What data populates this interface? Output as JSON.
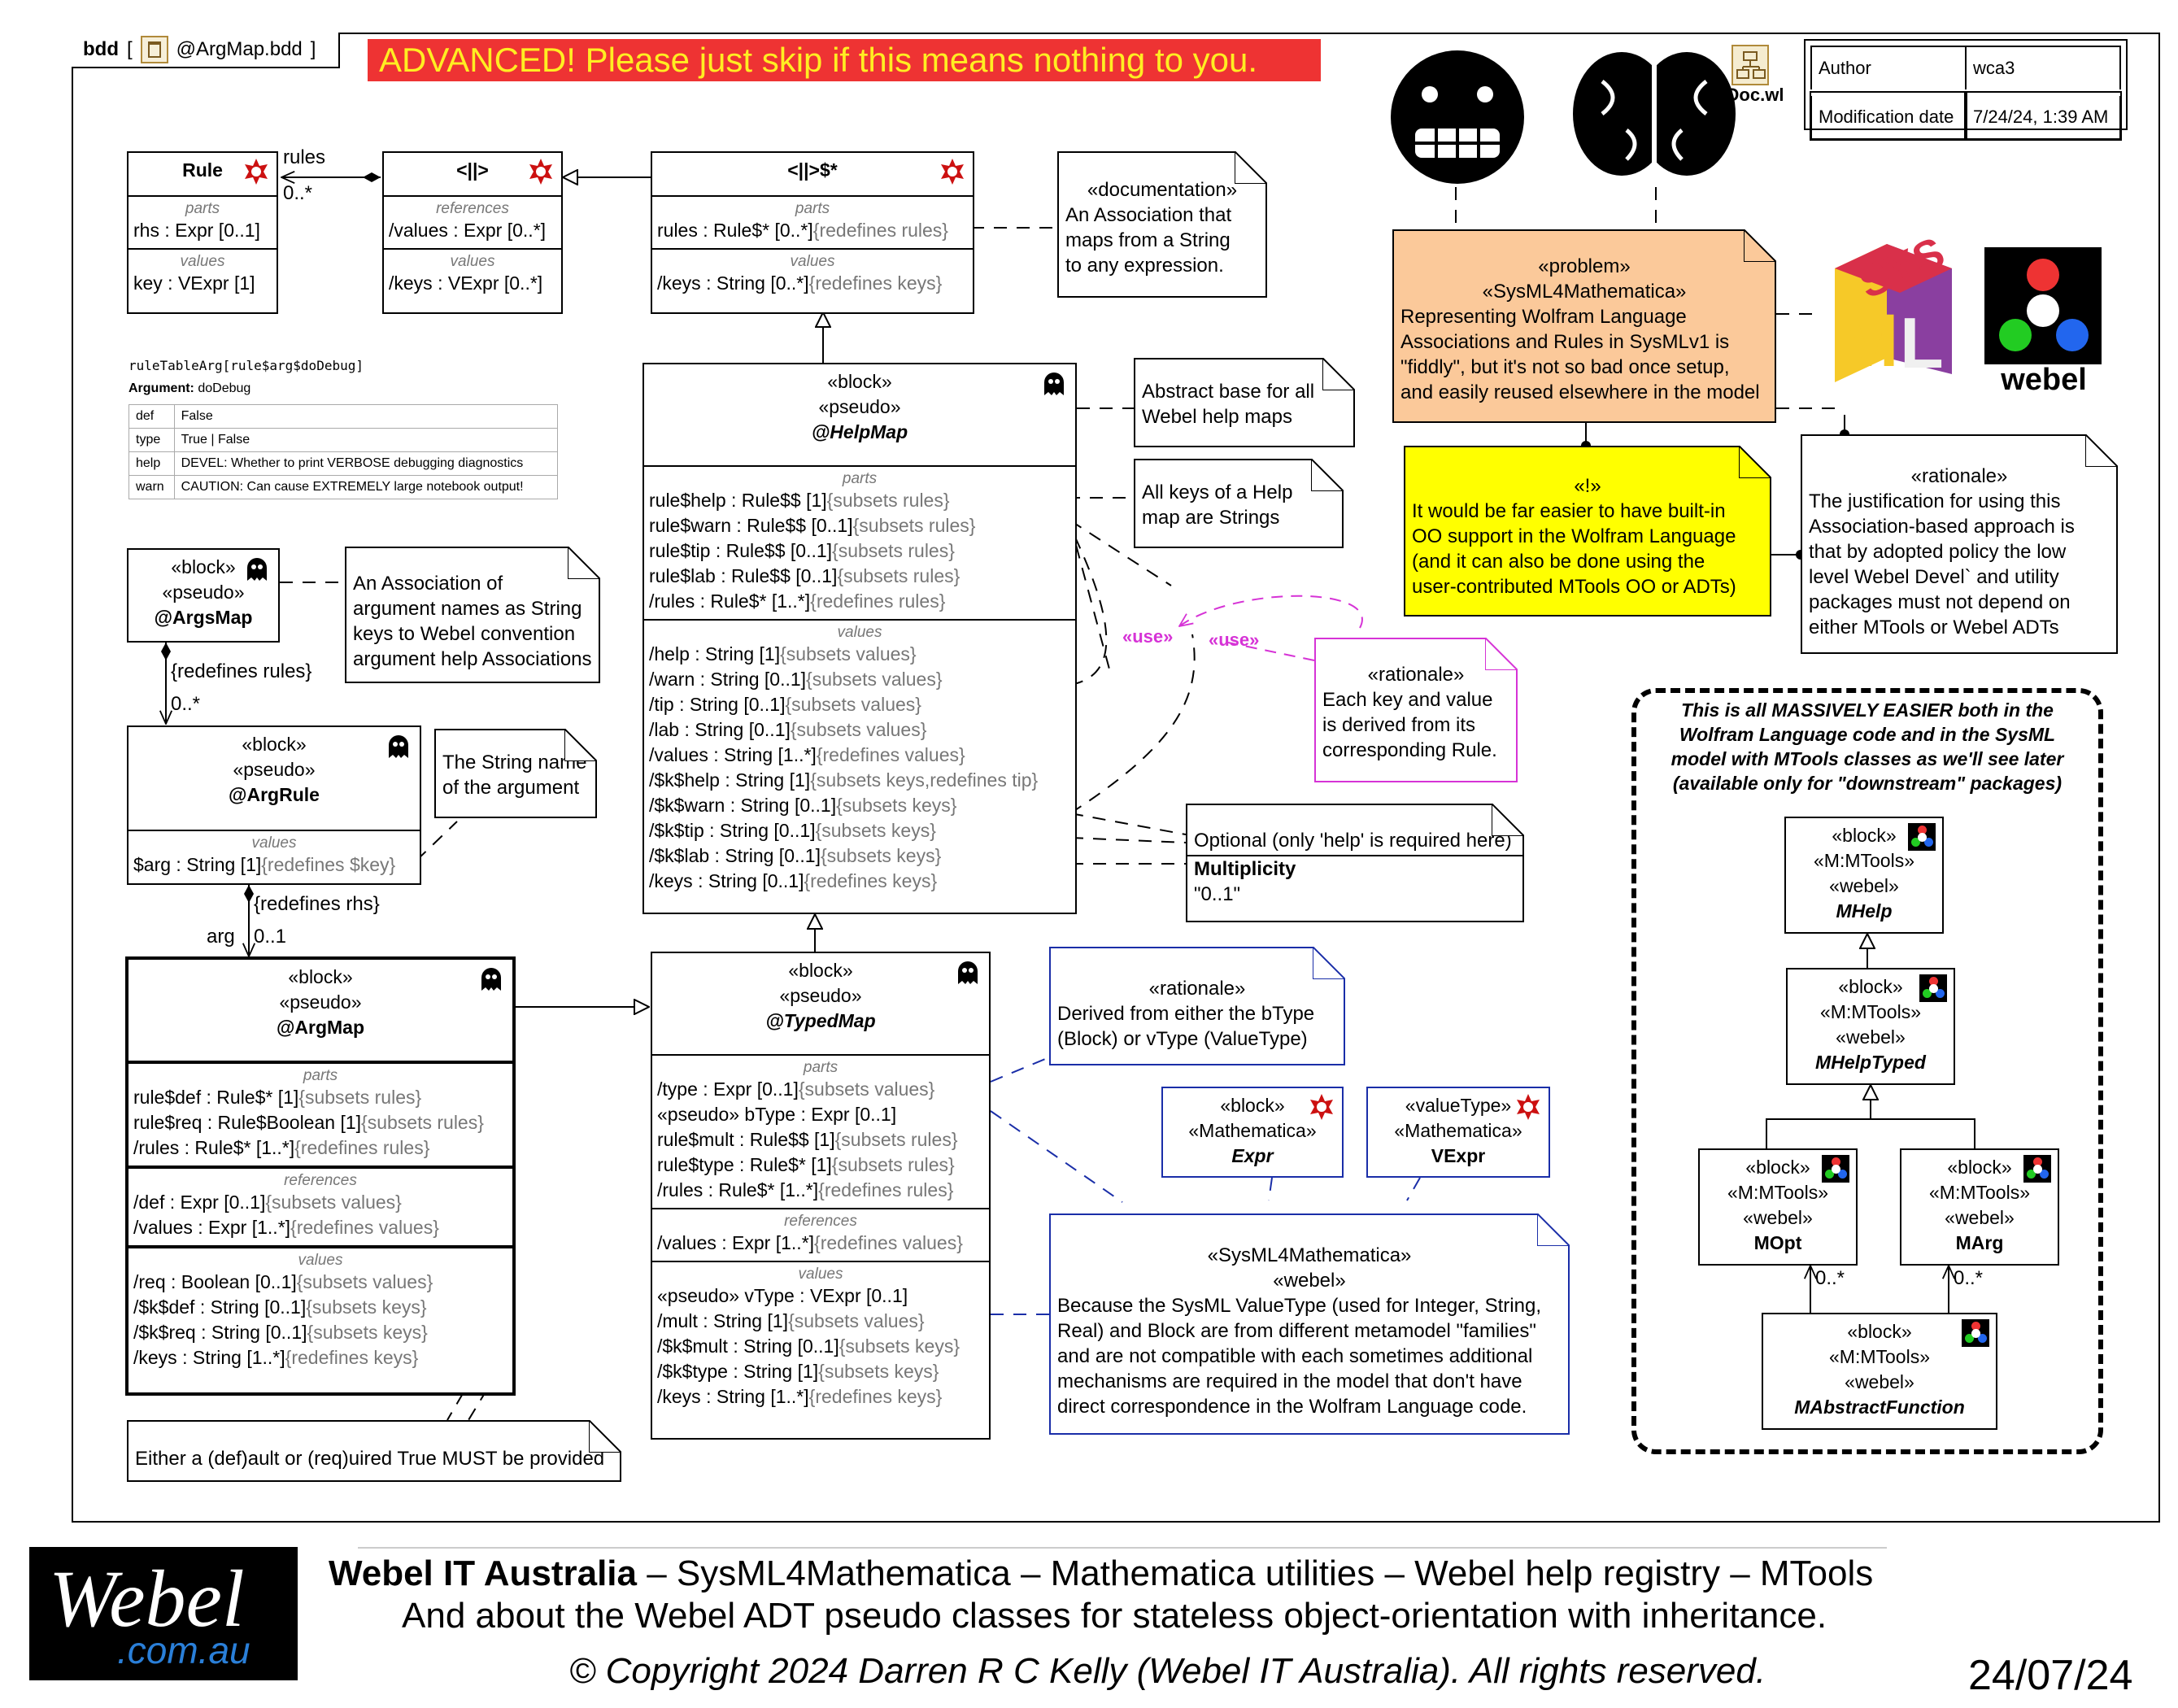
{
  "frame": {
    "kind": "bdd",
    "name": "@ArgMap.bdd",
    "bracket_open": "[",
    "bracket_close": "]"
  },
  "banner": "ADVANCED! Please just skip if this means nothing to you.",
  "doc_icon_label": "Doc.wl",
  "meta": {
    "author_label": "Author",
    "author_value": "wca3",
    "moddate_label": "Modification date",
    "moddate_value": "7/24/24, 1:39 AM"
  },
  "webel_logo_label": "webel",
  "blocks": {
    "rule": {
      "name": "Rule",
      "parts_cap": "parts",
      "parts": "rhs : Expr [0..1]",
      "values_cap": "values",
      "values": "key : VExpr [1]"
    },
    "assoc": {
      "name": "<||>",
      "refs_cap": "references",
      "refs": "/values : Expr [0..*]",
      "values_cap": "values",
      "values": "/keys : VExpr [0..*]"
    },
    "assocs": {
      "name": "<||>$*",
      "parts_cap": "parts",
      "parts_a": "rules : Rule$* [0..*]",
      "parts_b": "{redefines rules}",
      "values_cap": "values",
      "values_a": "/keys : String [0..*]",
      "values_b": "{redefines keys}"
    },
    "helpmap": {
      "st1": "«block»",
      "st2": "«pseudo»",
      "name": "@HelpMap",
      "parts_cap": "parts",
      "parts": [
        [
          "rule$help : Rule$$ [1]",
          "{subsets rules}"
        ],
        [
          "rule$warn : Rule$$ [0..1]",
          "{subsets rules}"
        ],
        [
          "rule$tip : Rule$$ [0..1]",
          "{subsets rules}"
        ],
        [
          "rule$lab : Rule$$ [0..1]",
          "{subsets rules}"
        ],
        [
          "/rules : Rule$* [1..*]",
          "{redefines rules}"
        ]
      ],
      "values_cap": "values",
      "values": [
        [
          "/help : String [1]",
          "{subsets values}"
        ],
        [
          "/warn : String [0..1]",
          "{subsets values}"
        ],
        [
          "/tip : String [0..1]",
          "{subsets values}"
        ],
        [
          "/lab : String [0..1]",
          "{subsets values}"
        ],
        [
          "/values : String [1..*]",
          "{redefines values}"
        ],
        [
          "/$k$help : String [1]",
          "{subsets keys,redefines tip}"
        ],
        [
          "/$k$warn : String [0..1]",
          "{subsets keys}"
        ],
        [
          "/$k$tip : String [0..1]",
          "{subsets keys}"
        ],
        [
          "/$k$lab : String [0..1]",
          "{subsets keys}"
        ],
        [
          "/keys : String [0..1]",
          "{redefines keys}"
        ]
      ]
    },
    "argsmap": {
      "st1": "«block»",
      "st2": "«pseudo»",
      "name": "@ArgsMap"
    },
    "argrule": {
      "st1": "«block»",
      "st2": "«pseudo»",
      "name": "@ArgRule",
      "values_cap": "values",
      "values_a": "$arg : String [1]",
      "values_b": "{redefines $key}"
    },
    "argmap": {
      "st1": "«block»",
      "st2": "«pseudo»",
      "name": "@ArgMap",
      "parts_cap": "parts",
      "parts": [
        [
          "rule$def : Rule$* [1]",
          "{subsets rules}"
        ],
        [
          "rule$req : Rule$Boolean [1]",
          "{subsets rules}"
        ],
        [
          "/rules : Rule$* [1..*]",
          "{redefines rules}"
        ]
      ],
      "refs_cap": "references",
      "refs": [
        [
          "/def : Expr [0..1]",
          "{subsets values}"
        ],
        [
          "/values : Expr [1..*]",
          "{redefines values}"
        ]
      ],
      "values_cap": "values",
      "values": [
        [
          "/req : Boolean [0..1]",
          "{subsets values}"
        ],
        [
          "/$k$def : String [0..1]",
          "{subsets keys}"
        ],
        [
          "/$k$req : String [0..1]",
          "{subsets keys}"
        ],
        [
          "/keys : String [1..*]",
          "{redefines keys}"
        ]
      ]
    },
    "typedmap": {
      "st1": "«block»",
      "st2": "«pseudo»",
      "name": "@TypedMap",
      "parts_cap": "parts",
      "parts": [
        [
          "/type : Expr [0..1]",
          "{subsets values}"
        ],
        [
          "«pseudo» bType : Expr [0..1]",
          ""
        ],
        [
          "rule$mult : Rule$$ [1]",
          "{subsets rules}"
        ],
        [
          "rule$type : Rule$* [1]",
          "{subsets rules}"
        ],
        [
          "/rules : Rule$* [1..*]",
          "{redefines rules}"
        ]
      ],
      "refs_cap": "references",
      "refs": [
        [
          "/values : Expr [1..*]",
          "{redefines values}"
        ]
      ],
      "values_cap": "values",
      "values": [
        [
          "«pseudo» vType : VExpr [0..1]",
          ""
        ],
        [
          "/mult : String [1]",
          "{subsets values}"
        ],
        [
          "/$k$mult : String [0..1]",
          "{subsets keys}"
        ],
        [
          "/$k$type : String [1]",
          "{subsets keys}"
        ],
        [
          "/keys : String [1..*]",
          "{redefines keys}"
        ]
      ]
    },
    "expr": {
      "st1": "«block»",
      "st2": "«Mathematica»",
      "name": "Expr"
    },
    "vexpr": {
      "st1": "«valueType»",
      "st2": "«Mathematica»",
      "name": "VExpr"
    },
    "mhelp": {
      "st1": "«block»",
      "st2": "«M:MTools»",
      "st3": "«webel»",
      "name": "MHelp"
    },
    "mhelptyped": {
      "st1": "«block»",
      "st2": "«M:MTools»",
      "st3": "«webel»",
      "name": "MHelpTyped"
    },
    "mopt": {
      "st1": "«block»",
      "st2": "«M:MTools»",
      "st3": "«webel»",
      "name": "MOpt"
    },
    "marg": {
      "st1": "«block»",
      "st2": "«M:MTools»",
      "st3": "«webel»",
      "name": "MArg"
    },
    "mabstract": {
      "st1": "«block»",
      "st2": "«M:MTools»",
      "st3": "«webel»",
      "name": "MAbstractFunction"
    }
  },
  "labels": {
    "rules": "rules",
    "rule_mult": "0..*",
    "redef_rules": "{redefines rules}",
    "argsmap_mult": "0..*",
    "redef_rhs": "{redefines rhs}",
    "arg": "arg",
    "arg_mult": "0..1",
    "use1": "«use»",
    "use2": "«use»",
    "mopt_mult": "0..*",
    "marg_mult": "0..*"
  },
  "notes": {
    "documentation": {
      "st": "«documentation»",
      "text": [
        "An Association that",
        "maps from a String",
        "to any expression."
      ]
    },
    "abstract_base": {
      "text": [
        "Abstract base for all",
        "Webel help maps"
      ]
    },
    "all_keys": {
      "text": [
        "All keys of a Help",
        "map are Strings"
      ]
    },
    "argsmap_note": {
      "text": [
        "An Association of",
        "argument names as String",
        "keys to Webel convention",
        "argument help Associations"
      ]
    },
    "string_name": {
      "text": [
        "The String name",
        "of the argument"
      ]
    },
    "either": {
      "text": [
        "Either a (def)ault or (req)uired True MUST be provided"
      ]
    },
    "rationale_pink": {
      "st": "«rationale»",
      "text": [
        "Each key and value",
        "is derived from its",
        "corresponding Rule."
      ]
    },
    "optional": {
      "text": [
        "Optional (only 'help' is required here)"
      ],
      "title": "Multiplicity",
      "value": "\"0..1\""
    },
    "rationale_blue": {
      "st": "«rationale»",
      "text": [
        "Derived from either the bType",
        "(Block) or vType (ValueType)"
      ]
    },
    "sysml4": {
      "st1": "«SysML4Mathematica»",
      "st2": "«webel»",
      "text": [
        "Because the SysML ValueType (used for Integer, String,",
        "Real) and Block are from different metamodel \"families\"",
        "and are not compatible with each sometimes additional",
        "mechanisms are required in the model that don't have",
        "direct correspondence in the Wolfram Language code."
      ]
    },
    "problem": {
      "st1": "«problem»",
      "st2": "«SysML4Mathematica»",
      "text": [
        "Representing Wolfram Language",
        "Associations and Rules in SysMLv1 is",
        "\"fiddly\", but it's not so bad once setup,",
        "and easily reused elsewhere in the model"
      ]
    },
    "excl": {
      "st": "«!»",
      "text": [
        "It would be far easier to have built-in",
        "OO support in the Wolfram Language",
        "(and it can also be done using the",
        "user-contributed MTools OO or ADTs)"
      ]
    },
    "rationale_policy": {
      "st": "«rationale»",
      "text": [
        "The justification for using this",
        "Association-based approach is",
        "that by adopted policy the low",
        "level Webel Devel` and utility",
        "packages must not depend on",
        "either MTools or Webel ADTs"
      ]
    },
    "massively": {
      "text": [
        "This is all MASSIVELY EASIER both in the",
        "Wolfram Language code and in the SysML",
        "model with MTools classes as we'll see later",
        "(available only for \"downstream\" packages)"
      ]
    }
  },
  "argtable": {
    "title": "ruleTableArg[rule$arg$doDebug]",
    "arg_label": "Argument:",
    "arg_value": "doDebug",
    "rows": [
      [
        "def",
        "False"
      ],
      [
        "type",
        "True | False"
      ],
      [
        "help",
        "DEVEL: Whether to print VERBOSE debugging diagnostics"
      ],
      [
        "warn",
        "CAUTION: Can cause EXTREMELY large notebook output!"
      ]
    ]
  },
  "footer": {
    "logo_word": "Webel",
    "logo_domain": ".com.au",
    "title_bold": "Webel IT Australia",
    "title_rest": " – SysML4Mathematica – Mathematica utilities – Webel help registry – MTools",
    "subtitle": "And about the Webel ADT pseudo classes for stateless object-orientation with inheritance.",
    "copyright": "© Copyright 2024 Darren R C Kelly (Webel IT Australia). All rights reserved.",
    "date": "24/07/24"
  },
  "colors": {
    "banner_bg": "#ee3333",
    "banner_fg": "#ffee22",
    "problem_bg": "#fbc99a",
    "excl_bg": "#ffff00",
    "pink": "#d633d6",
    "blue": "#1a2ea8",
    "red_icon": "#cc1111"
  }
}
